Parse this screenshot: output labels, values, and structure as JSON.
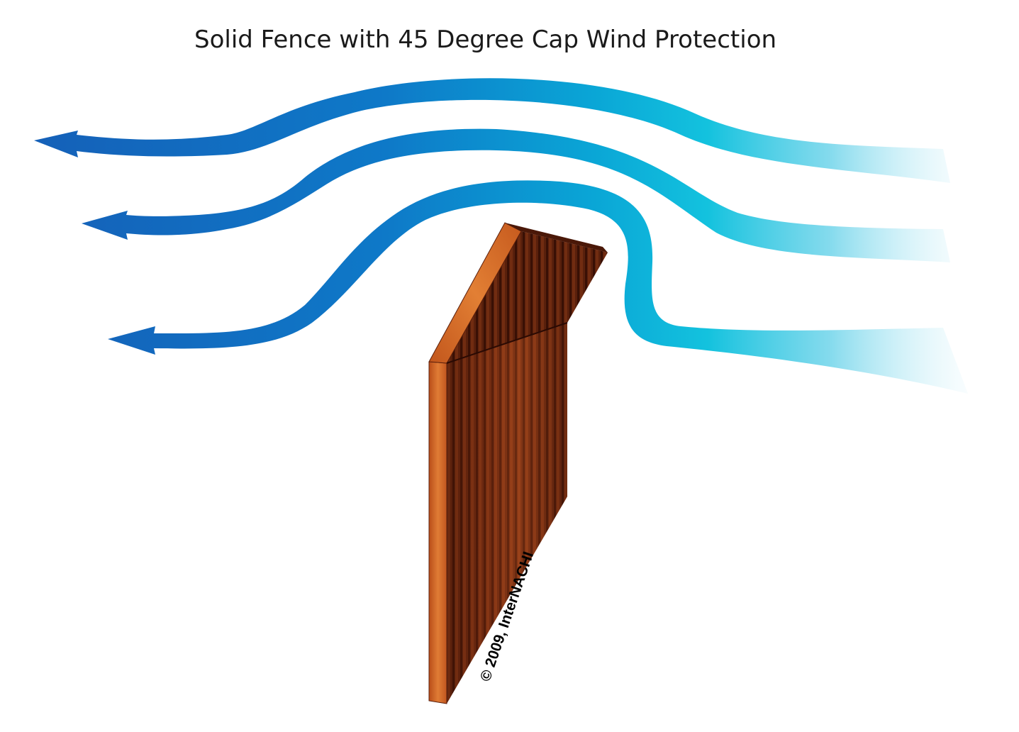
{
  "title": "Solid Fence with 45 Degree Cap Wind Protection",
  "copyright": "© 2009, InterNACHI",
  "colors": {
    "arrow_dark": "#1565c0",
    "arrow_mid": "#0a8fd0",
    "arrow_light": "#14c3df",
    "fence_light": "#d96a24",
    "fence_dark": "#5a1f0c",
    "background": "#ffffff"
  },
  "diagram": {
    "wind_arrows": [
      {
        "name": "wind-arrow-top"
      },
      {
        "name": "wind-arrow-middle"
      },
      {
        "name": "wind-arrow-bottom"
      }
    ],
    "fence": {
      "name": "solid-fence-with-cap"
    }
  }
}
